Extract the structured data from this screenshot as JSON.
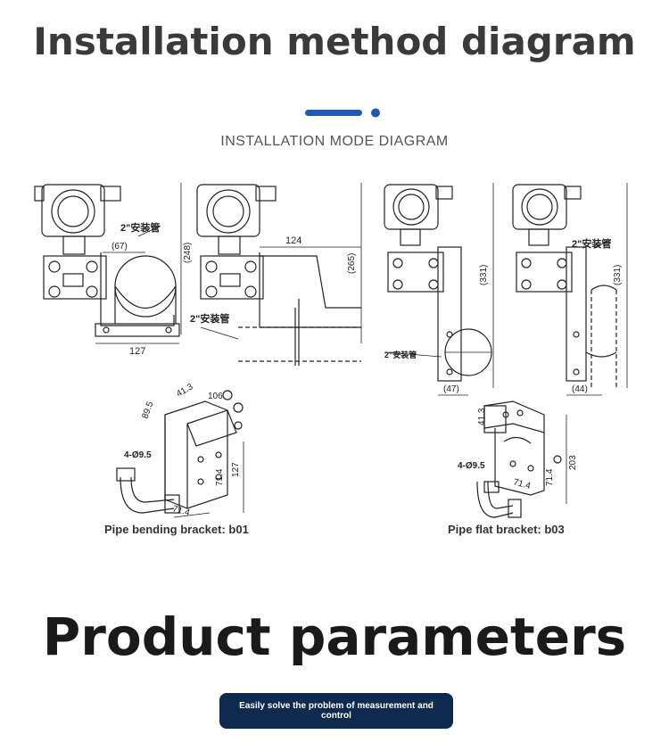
{
  "header": {
    "title": "Installation method diagram",
    "subtitle": "INSTALLATION MODE DIAGRAM",
    "accent_color": "#1f5bb5"
  },
  "diagrams": {
    "d1": {
      "pipe_label": "2\"安装管",
      "dim_a": "(67)",
      "dim_b": "(248)",
      "dim_c": "127"
    },
    "d2": {
      "pipe_label": "2\"安装管",
      "dim_a": "124",
      "dim_b": "(265)"
    },
    "d3": {
      "pipe_label": "2\"安装管",
      "dim_a": "(331)",
      "dim_b": "(47)"
    },
    "d4": {
      "pipe_label": "2\"安装管",
      "dim_a": "(331)",
      "dim_b": "(44)"
    },
    "b01": {
      "dims": [
        "89.5",
        "41.3",
        "106",
        "4-Ø9.5",
        "127",
        "71.4",
        "71.4"
      ]
    },
    "b03": {
      "dims": [
        "41.3",
        "4-Ø9.5",
        "203",
        "71.4",
        "71.4"
      ]
    }
  },
  "captions": {
    "b01": "Pipe bending bracket: b01",
    "b03": "Pipe flat bracket: b03"
  },
  "params": {
    "title": "Product parameters",
    "tagline": "Easily solve the problem of measurement and control",
    "pill_color": "#0f2a4f"
  }
}
